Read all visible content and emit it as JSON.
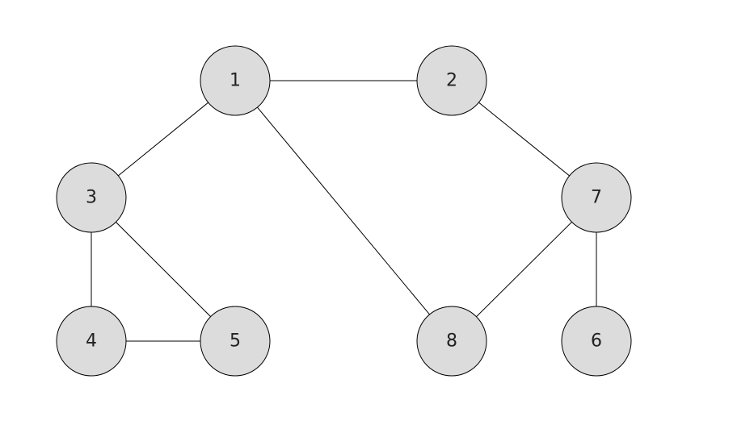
{
  "graph": {
    "node_fill": "#dcdcdc",
    "stroke_color": "#000000",
    "nodes": [
      {
        "id": "1",
        "label": "1"
      },
      {
        "id": "2",
        "label": "2"
      },
      {
        "id": "3",
        "label": "3"
      },
      {
        "id": "4",
        "label": "4"
      },
      {
        "id": "5",
        "label": "5"
      },
      {
        "id": "6",
        "label": "6"
      },
      {
        "id": "7",
        "label": "7"
      },
      {
        "id": "8",
        "label": "8"
      }
    ],
    "edges": [
      [
        "1",
        "2"
      ],
      [
        "1",
        "3"
      ],
      [
        "1",
        "8"
      ],
      [
        "2",
        "7"
      ],
      [
        "3",
        "4"
      ],
      [
        "3",
        "5"
      ],
      [
        "4",
        "5"
      ],
      [
        "7",
        "8"
      ],
      [
        "7",
        "6"
      ]
    ]
  }
}
